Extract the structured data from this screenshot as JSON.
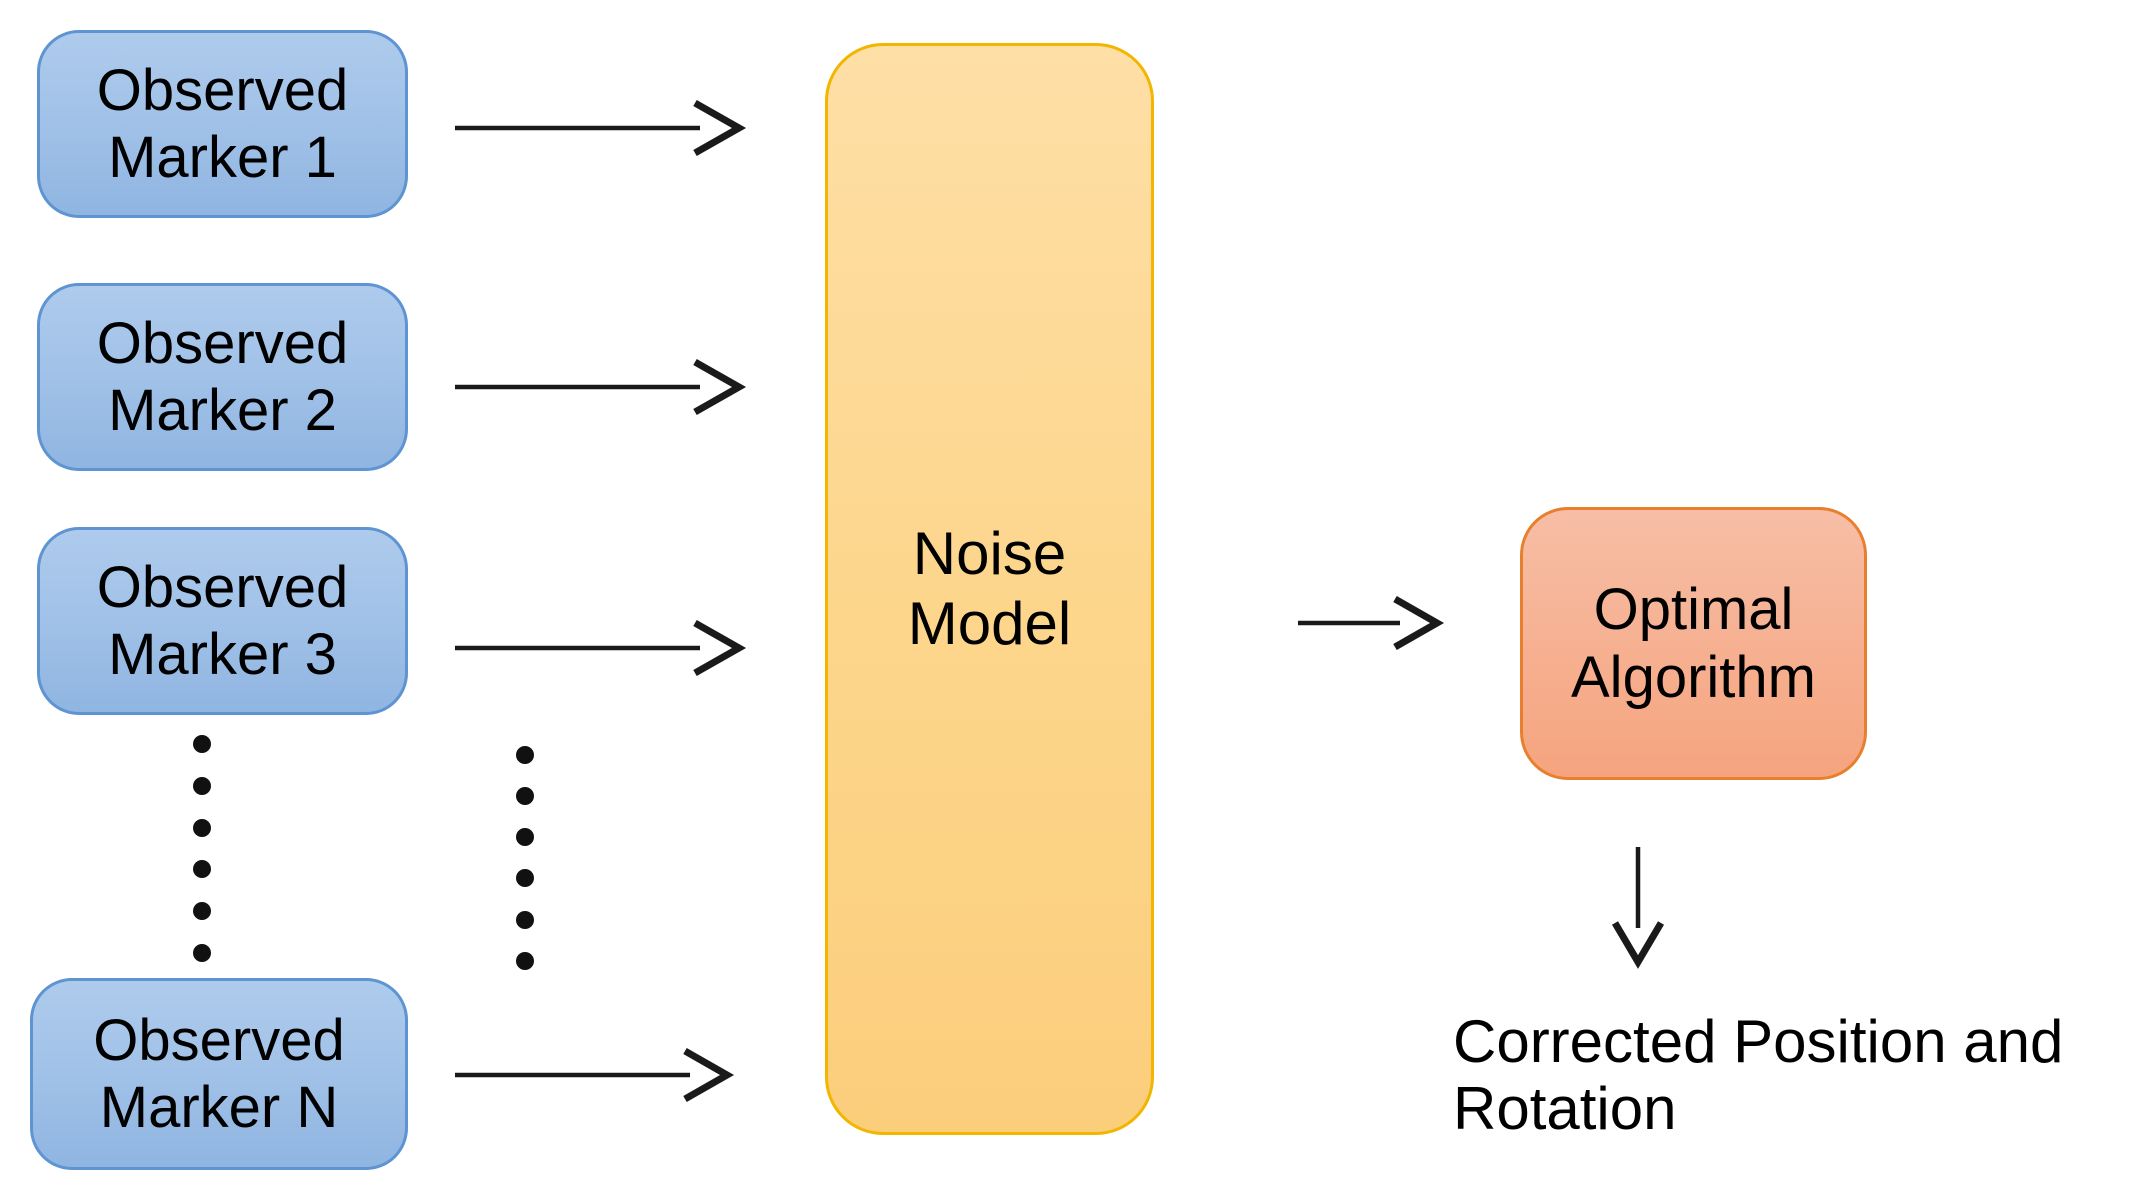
{
  "diagram": {
    "markers": [
      {
        "line1": "Observed",
        "line2": "Marker 1"
      },
      {
        "line1": "Observed",
        "line2": "Marker 2"
      },
      {
        "line1": "Observed",
        "line2": "Marker 3"
      },
      {
        "line1": "Observed",
        "line2": "Marker N"
      }
    ],
    "noise_model": {
      "line1": "Noise",
      "line2": "Model"
    },
    "optimal_algorithm": {
      "line1": "Optimal",
      "line2": "Algorithm"
    },
    "output_label": {
      "line1": "Corrected Position and",
      "line2": "Rotation"
    },
    "colors": {
      "marker_fill_top": "#AECBEC",
      "marker_fill_bottom": "#8FB5E1",
      "marker_border": "#5E94D1",
      "noise_fill_top": "#FEDFA6",
      "noise_fill_bottom": "#FBCE7C",
      "noise_border": "#F2B600",
      "algorithm_fill_top": "#F7BEA6",
      "algorithm_fill_bottom": "#F5A47E",
      "algorithm_border": "#E87F2F",
      "arrow_color": "#1A1A1A",
      "text_color": "#000000",
      "background": "#FFFFFF"
    }
  }
}
